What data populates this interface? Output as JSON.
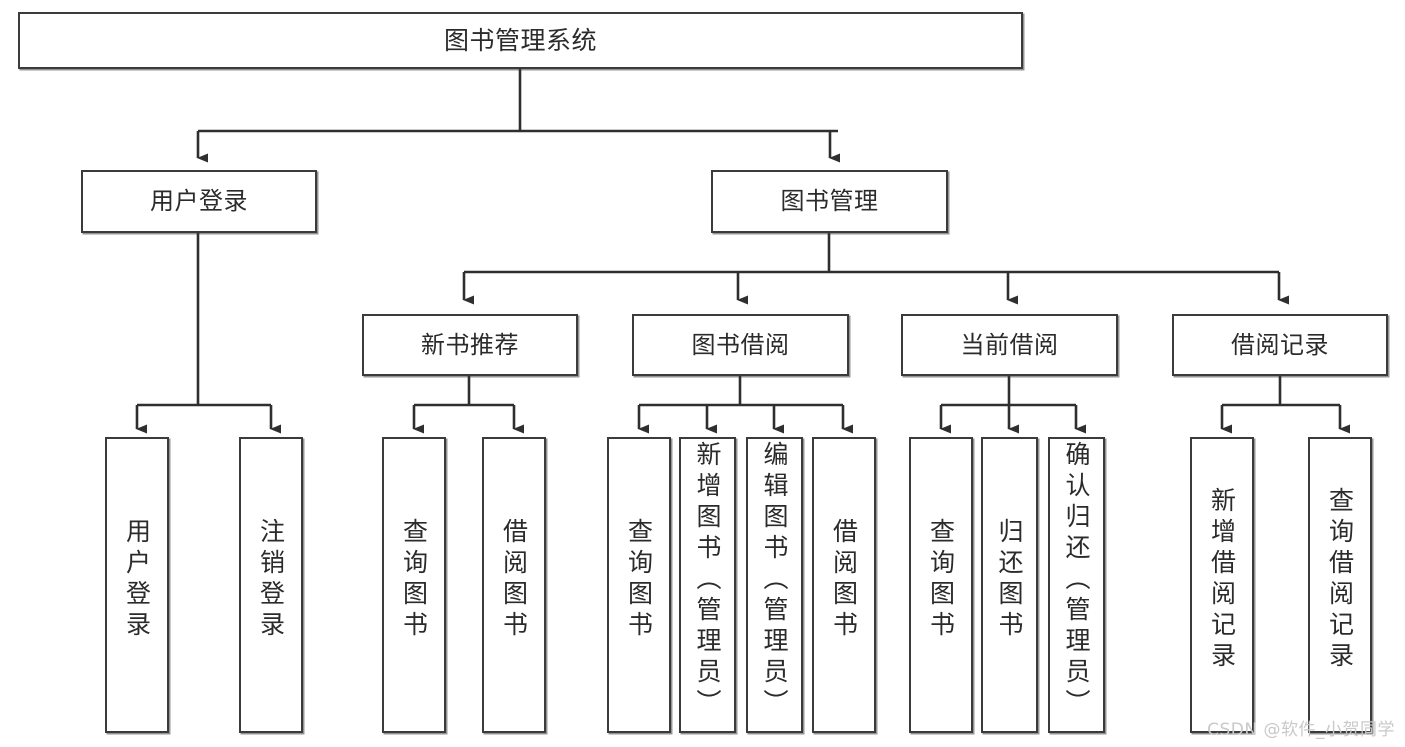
{
  "diagram": {
    "title": "图书管理系统",
    "watermark": "CSDN @软件_小贺同学",
    "colors": {
      "box_border": "#3b3b3b",
      "box_fill": "#ffffff",
      "line": "#2f2f2f",
      "text": "#2b2b2b",
      "watermark": "#c9c9c9",
      "background": "#ffffff"
    },
    "root": {
      "label": "图书管理系统"
    },
    "level2": [
      {
        "label": "用户登录"
      },
      {
        "label": "图书管理"
      }
    ],
    "level3": [
      {
        "label": "新书推荐"
      },
      {
        "label": "图书借阅"
      },
      {
        "label": "当前借阅"
      },
      {
        "label": "借阅记录"
      }
    ],
    "leaves": {
      "user_login": [
        {
          "label": "用户登录"
        },
        {
          "label": "注销登录"
        }
      ],
      "new_book_recommend": [
        {
          "label": "查询图书"
        },
        {
          "label": "借阅图书"
        }
      ],
      "book_borrow": [
        {
          "label": "查询图书"
        },
        {
          "label": "新增图书（管理员）"
        },
        {
          "label": "编辑图书（管理员）"
        },
        {
          "label": "借阅图书"
        }
      ],
      "current_borrow": [
        {
          "label": "查询图书"
        },
        {
          "label": "归还图书"
        },
        {
          "label": "确认归还（管理员）"
        }
      ],
      "borrow_record": [
        {
          "label": "新增借阅记录"
        },
        {
          "label": "查询借阅记录"
        }
      ]
    }
  }
}
